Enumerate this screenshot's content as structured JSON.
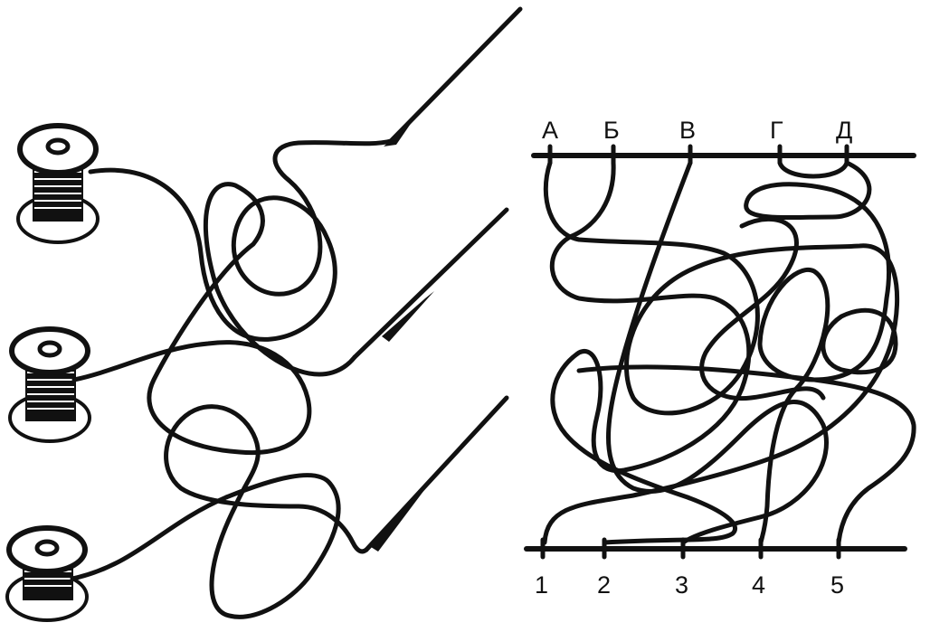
{
  "panel_left": {
    "spools": [
      {
        "id": 1
      },
      {
        "id": 2
      },
      {
        "id": 3
      }
    ],
    "needles": [
      {
        "id": 1
      },
      {
        "id": 2
      },
      {
        "id": 3
      }
    ]
  },
  "panel_right": {
    "top_labels": [
      "А",
      "Б",
      "В",
      "Г",
      "Д"
    ],
    "bottom_labels": [
      "1",
      "2",
      "3",
      "4",
      "5"
    ]
  },
  "colors": {
    "ink": "#111111",
    "paper": "#ffffff"
  }
}
